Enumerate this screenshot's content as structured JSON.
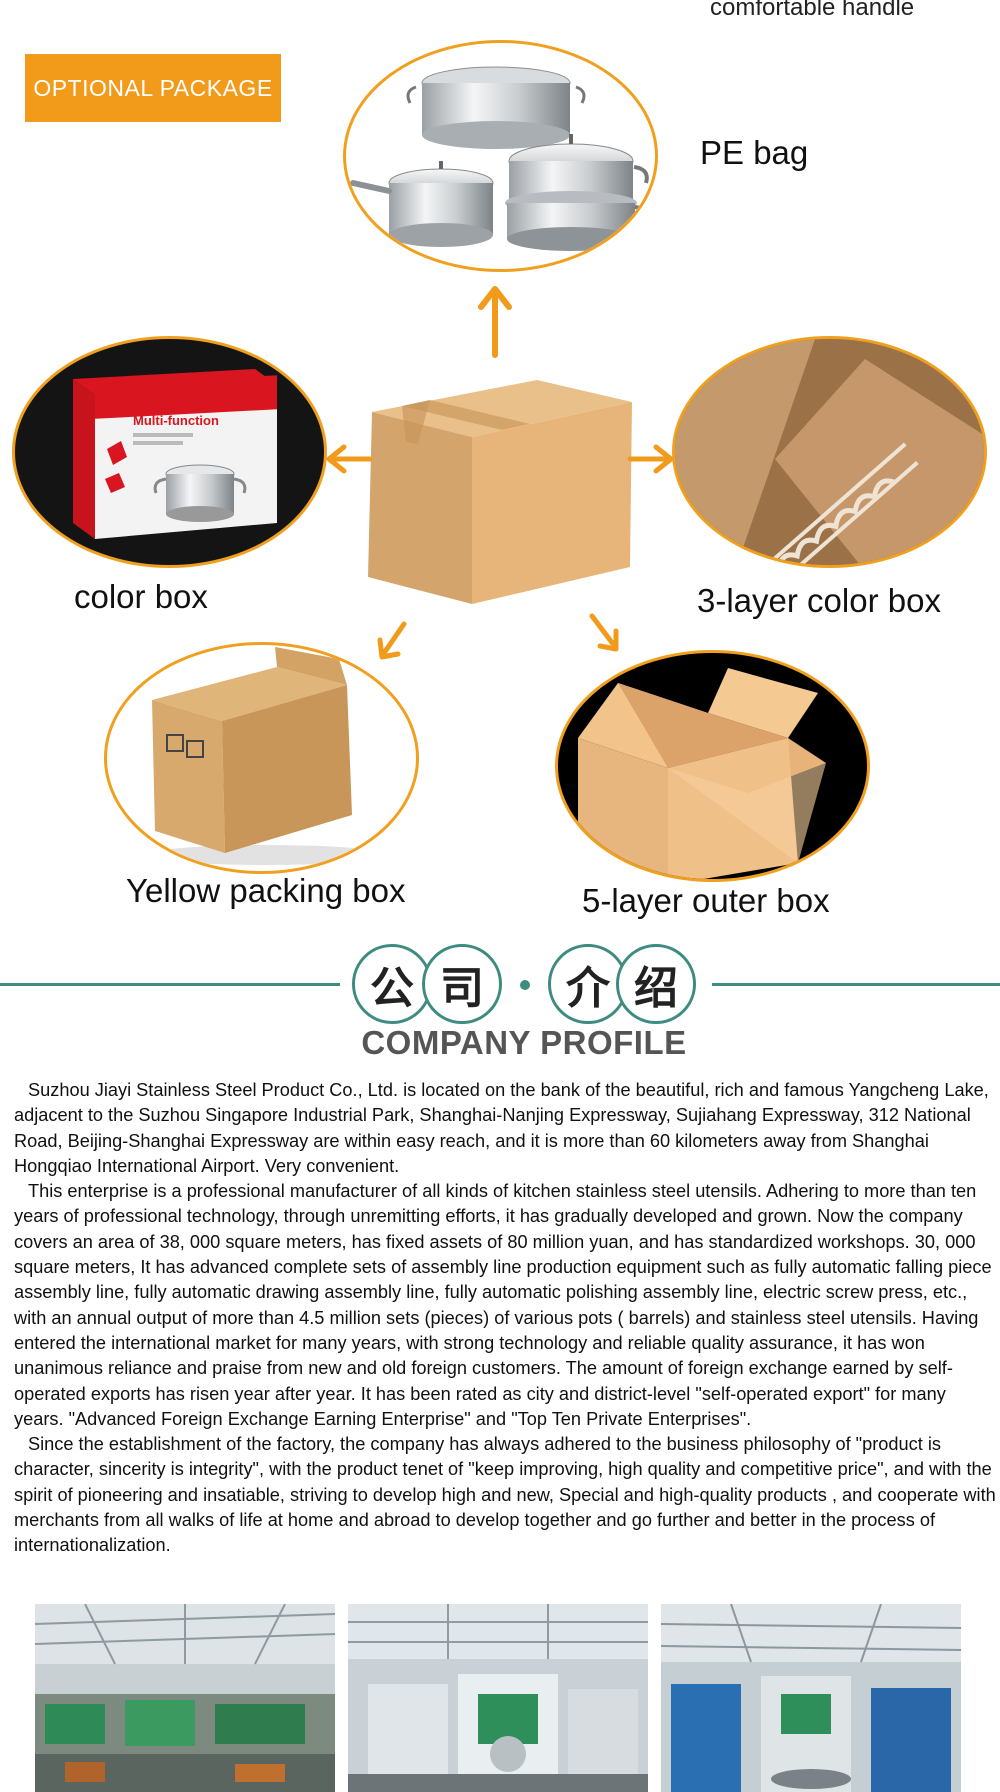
{
  "header": {
    "top_fragment": "comfortable handle",
    "badge": "OPTIONAL PACKAGE"
  },
  "package_options": {
    "pe_bag": "PE bag",
    "color_box": "color box",
    "three_layer": "3-layer color box",
    "yellow_box": "Yellow packing box",
    "five_layer": "5-layer outer box",
    "color_box_print": "Multi-function"
  },
  "colors": {
    "accent_orange": "#f29a1a",
    "oval_border": "#f0a01e",
    "teal": "#3e8b7f"
  },
  "company": {
    "title_chars": [
      "公",
      "司",
      "介",
      "绍"
    ],
    "subtitle": "COMPANY PROFILE",
    "paragraphs": [
      "Suzhou Jiayi Stainless Steel Product Co., Ltd. is located on the bank of the beautiful, rich and famous Yangcheng Lake, adjacent to the Suzhou Singapore Industrial Park, Shanghai-Nanjing Expressway, Sujiahang Expressway, 312 National Road, Beijing-Shanghai Expressway are within easy reach, and it is more than 60 kilometers away from Shanghai Hongqiao International Airport. Very convenient.",
      "This enterprise is a professional manufacturer of all kinds of kitchen stainless steel utensils. Adhering to more than ten years of professional technology, through unremitting efforts, it has gradually developed and grown. Now the company covers an area of 38, 000 square meters, has fixed assets of 80 million yuan, and has standardized workshops. 30, 000 square meters, It has advanced complete sets of assembly line production equipment such as fully automatic falling piece assembly line, fully automatic drawing assembly line, fully automatic polishing assembly line, electric screw press, etc., with an annual output of more than 4.5 million sets (pieces) of various pots ( barrels) and stainless steel utensils. Having entered the international market for many years, with strong technology and reliable quality assurance, it has won unanimous reliance and praise from new and old foreign customers. The amount of foreign exchange earned by self-operated exports has risen year after year. It has been rated as city and district-level \"self-operated export\" for many years. \"Advanced Foreign Exchange Earning Enterprise\" and \"Top Ten Private Enterprises\".",
      "Since the establishment of the factory, the company has always adhered to the business philosophy of \"product is character, sincerity is integrity\", with the product tenet of \"keep improving, high quality and competitive price\", and with the spirit of pioneering and insatiable, striving to develop high and new, Special and high-quality products , and cooperate with merchants from all walks of life at home and abroad to develop together and go further and better in the process of internationalization."
    ]
  }
}
